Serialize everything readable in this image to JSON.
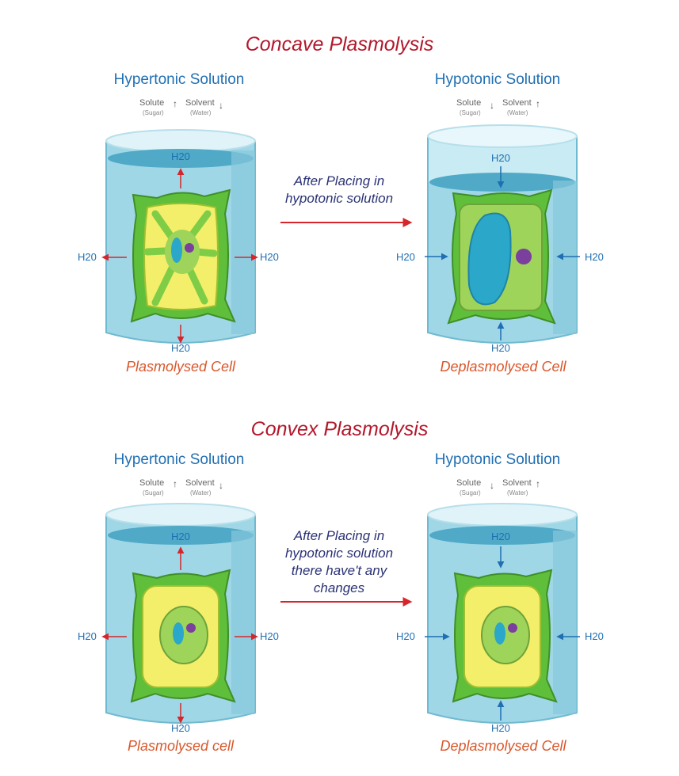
{
  "sections": [
    {
      "title": "Concave Plasmolysis",
      "left": {
        "solution": "Hypertonic Solution",
        "legend": {
          "solute": "Solute",
          "solute_sub": "(Sugar)",
          "solvent": "Solvent",
          "solvent_sub": "(Water)"
        },
        "water_label": "H20",
        "cell_label": "Plasmolysed Cell"
      },
      "middle": [
        "After Placing in",
        "hypotonic solution"
      ],
      "right": {
        "solution": "Hypotonic Solution",
        "legend": {
          "solute": "Solute",
          "solute_sub": "(Sugar)",
          "solvent": "Solvent",
          "solvent_sub": "(Water)"
        },
        "water_label": "H20",
        "cell_label": "Deplasmolysed Cell"
      }
    },
    {
      "title": "Convex Plasmolysis",
      "left": {
        "solution": "Hypertonic Solution",
        "legend": {
          "solute": "Solute",
          "solute_sub": "(Sugar)",
          "solvent": "Solvent",
          "solvent_sub": "(Water)"
        },
        "water_label": "H20",
        "cell_label": "Plasmolysed cell"
      },
      "middle": [
        "After Placing in",
        "hypotonic solution",
        "there have't any",
        "changes"
      ],
      "right": {
        "solution": "Hypotonic Solution",
        "legend": {
          "solute": "Solute",
          "solute_sub": "(Sugar)",
          "solvent": "Solvent",
          "solvent_sub": "(Water)"
        },
        "water_label": "H20",
        "cell_label": "Deplasmolysed Cell"
      }
    }
  ],
  "colors": {
    "title": "#b2182b",
    "solution": "#1f6fb2",
    "cell_label": "#d9572b",
    "middle_text": "#2a3275",
    "arrow_out": "#d6262b",
    "arrow_in": "#1f6fb2",
    "cell_wall": "#5fbf3a",
    "cytoplasm_yellow": "#f4ef6a",
    "cytoplasm_green": "#9fd45a",
    "vacuole": "#2aa7c9",
    "nucleus": "#7b3f9e",
    "water": "#8fd0e2"
  }
}
